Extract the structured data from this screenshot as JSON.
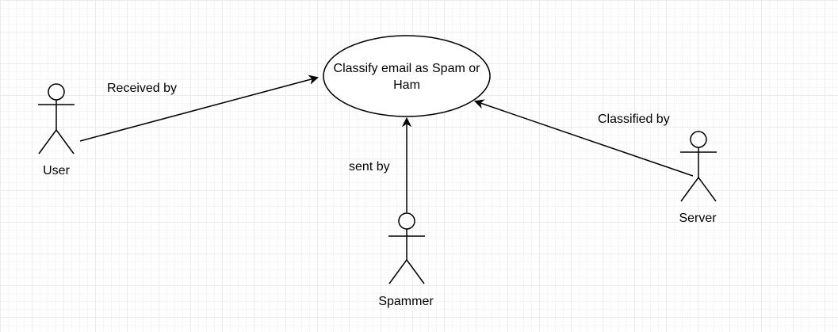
{
  "usecase": {
    "label": "Classify email as Spam or Ham"
  },
  "actors": {
    "user": "User",
    "spammer": "Spammer",
    "server": "Server"
  },
  "edges": {
    "user": "Received by",
    "spammer": "sent by",
    "server": "Classified by"
  },
  "colors": {
    "stroke": "#000000",
    "grid_major": "#ebebeb",
    "grid_minor": "#f6f6f6",
    "background": "#ffffff"
  }
}
